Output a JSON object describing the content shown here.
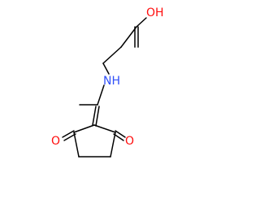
{
  "molecule": {
    "colors": {
      "bond": "#000000",
      "oxygen": "#ff0d0d",
      "nitrogen": "#3050f8",
      "background": "#ffffff"
    },
    "labels": {
      "hydroxyl": "OH",
      "amine": "NH",
      "ketone_left": "O",
      "ketone_right": "O"
    }
  }
}
